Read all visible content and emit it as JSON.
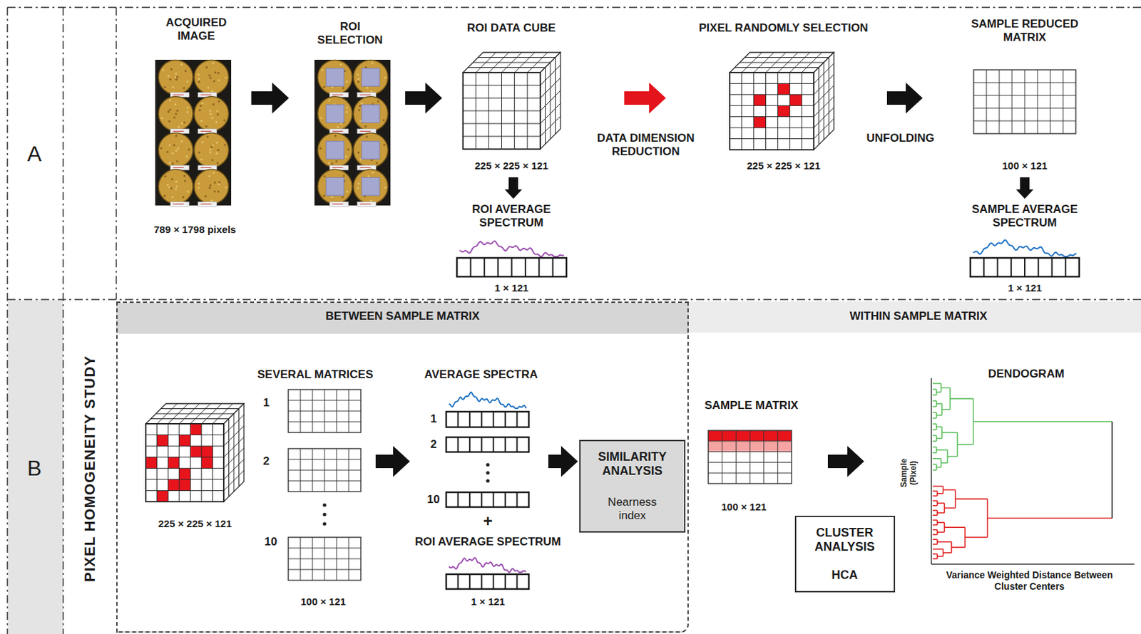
{
  "diagram": {
    "nodes": [
      {
        "text": [
          "ACQUIRED IMAGE",
          "789 × 1798 pixels"
        ]
      },
      {
        "text": [
          "ROI SELECTION"
        ]
      },
      {
        "text": [
          "ROI DATA CUBE",
          "225 × 225 × 121"
        ]
      },
      {
        "text": [
          "ROI AVERAGE SPECTRUM",
          "1 × 121"
        ]
      },
      {
        "text": [
          "PIXEL RANDOMLY SELECTION",
          "225 × 225 × 121"
        ]
      },
      {
        "text": [
          "SAMPLE REDUCED MATRIX",
          "100 × 121"
        ]
      },
      {
        "text": [
          "SAMPLE AVERAGE SPECTRUM",
          "1 × 121"
        ]
      },
      {
        "text": [
          "BETWEEN SAMPLE MATRIX"
        ]
      },
      {
        "text": [
          "225 × 225 × 121"
        ],
        "in": 7
      },
      {
        "text": [
          "SEVERAL MATRICES",
          "1",
          "2",
          "10",
          "100 × 121"
        ],
        "in": 7
      },
      {
        "text": [
          "AVERAGE SPECTRA",
          "1",
          "2",
          "10"
        ],
        "in": 7
      },
      {
        "text": [
          "ROI AVERAGE SPECTRUM",
          "1 × 121"
        ],
        "in": 7
      },
      {
        "text": [
          "SIMILARITY ANALYSIS",
          "Nearness index"
        ],
        "in": 7
      },
      {
        "text": [
          "WITHIN SAMPLE MATRIX"
        ]
      },
      {
        "text": [
          "SAMPLE MATRIX",
          "100 × 121"
        ],
        "in": 13
      },
      {
        "text": [
          "CLUSTER ANALYSIS",
          "HCA"
        ],
        "in": 13
      },
      {
        "text": [
          "DENDOGRAM",
          "Sample (Pixel)",
          "Variance Weighted Distance Between Cluster Centers"
        ],
        "in": 13
      }
    ],
    "edges": [
      {
        "from": 0,
        "to": 1,
        "arrow": "to"
      },
      {
        "from": 1,
        "to": 2,
        "arrow": "to"
      },
      {
        "from": 2,
        "to": 3,
        "arrow": "to"
      },
      {
        "from": 2,
        "to": 4,
        "label": "DATA DIMENSION REDUCTION",
        "arrow": "to"
      },
      {
        "from": 4,
        "to": 5,
        "label": "UNFOLDING",
        "arrow": "to"
      },
      {
        "from": 5,
        "to": 6,
        "arrow": "to"
      },
      {
        "from": 9,
        "to": 10,
        "arrow": "to"
      },
      {
        "from": 10,
        "to": 12,
        "arrow": "to"
      },
      {
        "from": 14,
        "to": 16,
        "arrow": "to"
      }
    ],
    "labels": [
      "A",
      "B",
      "PIXEL HOMOGENEITY STUDY",
      "+"
    ]
  }
}
